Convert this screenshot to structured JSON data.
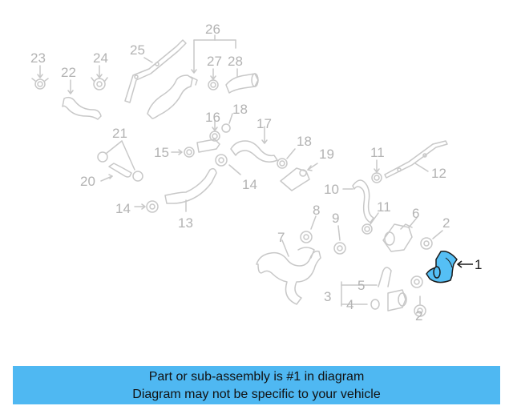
{
  "diagram": {
    "highlight_color": "#55bff5",
    "part_color": "#c8c8c8",
    "labels": {
      "n1": "1",
      "n2a": "2",
      "n2b": "2",
      "n3": "3",
      "n4": "4",
      "n5": "5",
      "n6": "6",
      "n7": "7",
      "n8": "8",
      "n9": "9",
      "n10": "10",
      "n11a": "11",
      "n11b": "11",
      "n12": "12",
      "n13": "13",
      "n14a": "14",
      "n14b": "14",
      "n15": "15",
      "n16": "16",
      "n17": "17",
      "n18a": "18",
      "n18b": "18",
      "n19": "19",
      "n20": "20",
      "n21": "21",
      "n22": "22",
      "n23": "23",
      "n24": "24",
      "n25": "25",
      "n26": "26",
      "n27": "27",
      "n28": "28"
    }
  },
  "banner": {
    "line1": "Part or sub-assembly is #1 in diagram",
    "line2": "Diagram may not be specific to your vehicle"
  }
}
